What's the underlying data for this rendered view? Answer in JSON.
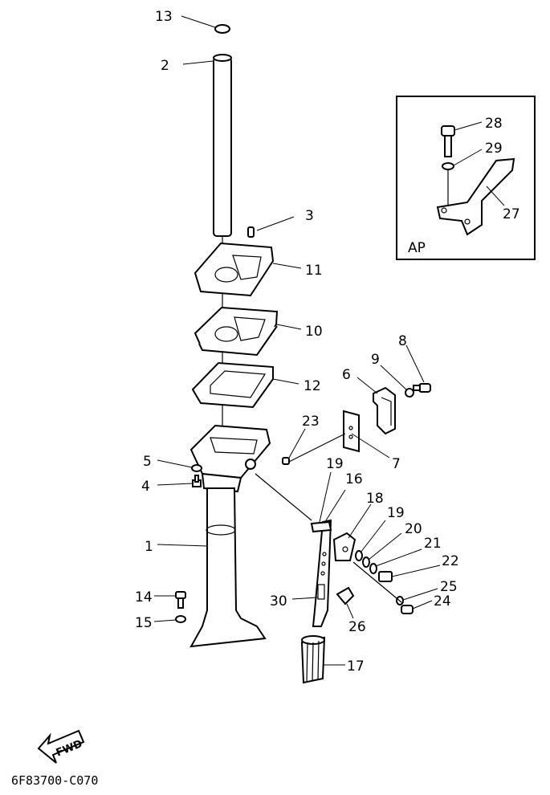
{
  "callouts": {
    "c1": "1",
    "c2": "2",
    "c3": "3",
    "c4": "4",
    "c5": "5",
    "c6": "6",
    "c7": "7",
    "c8": "8",
    "c9": "9",
    "c10": "10",
    "c11": "11",
    "c12": "12",
    "c13": "13",
    "c14": "14",
    "c15": "15",
    "c16": "16",
    "c17": "17",
    "c18": "18",
    "c19a": "19",
    "c19b": "19",
    "c20": "20",
    "c21": "21",
    "c22": "22",
    "c23": "23",
    "c24": "24",
    "c25": "25",
    "c26": "26",
    "c27": "27",
    "c28": "28",
    "c29": "29",
    "c30": "30"
  },
  "inset": {
    "label": "AP"
  },
  "direction_badge": {
    "label": "FWD"
  },
  "drawing_code": "6F83700-C070"
}
